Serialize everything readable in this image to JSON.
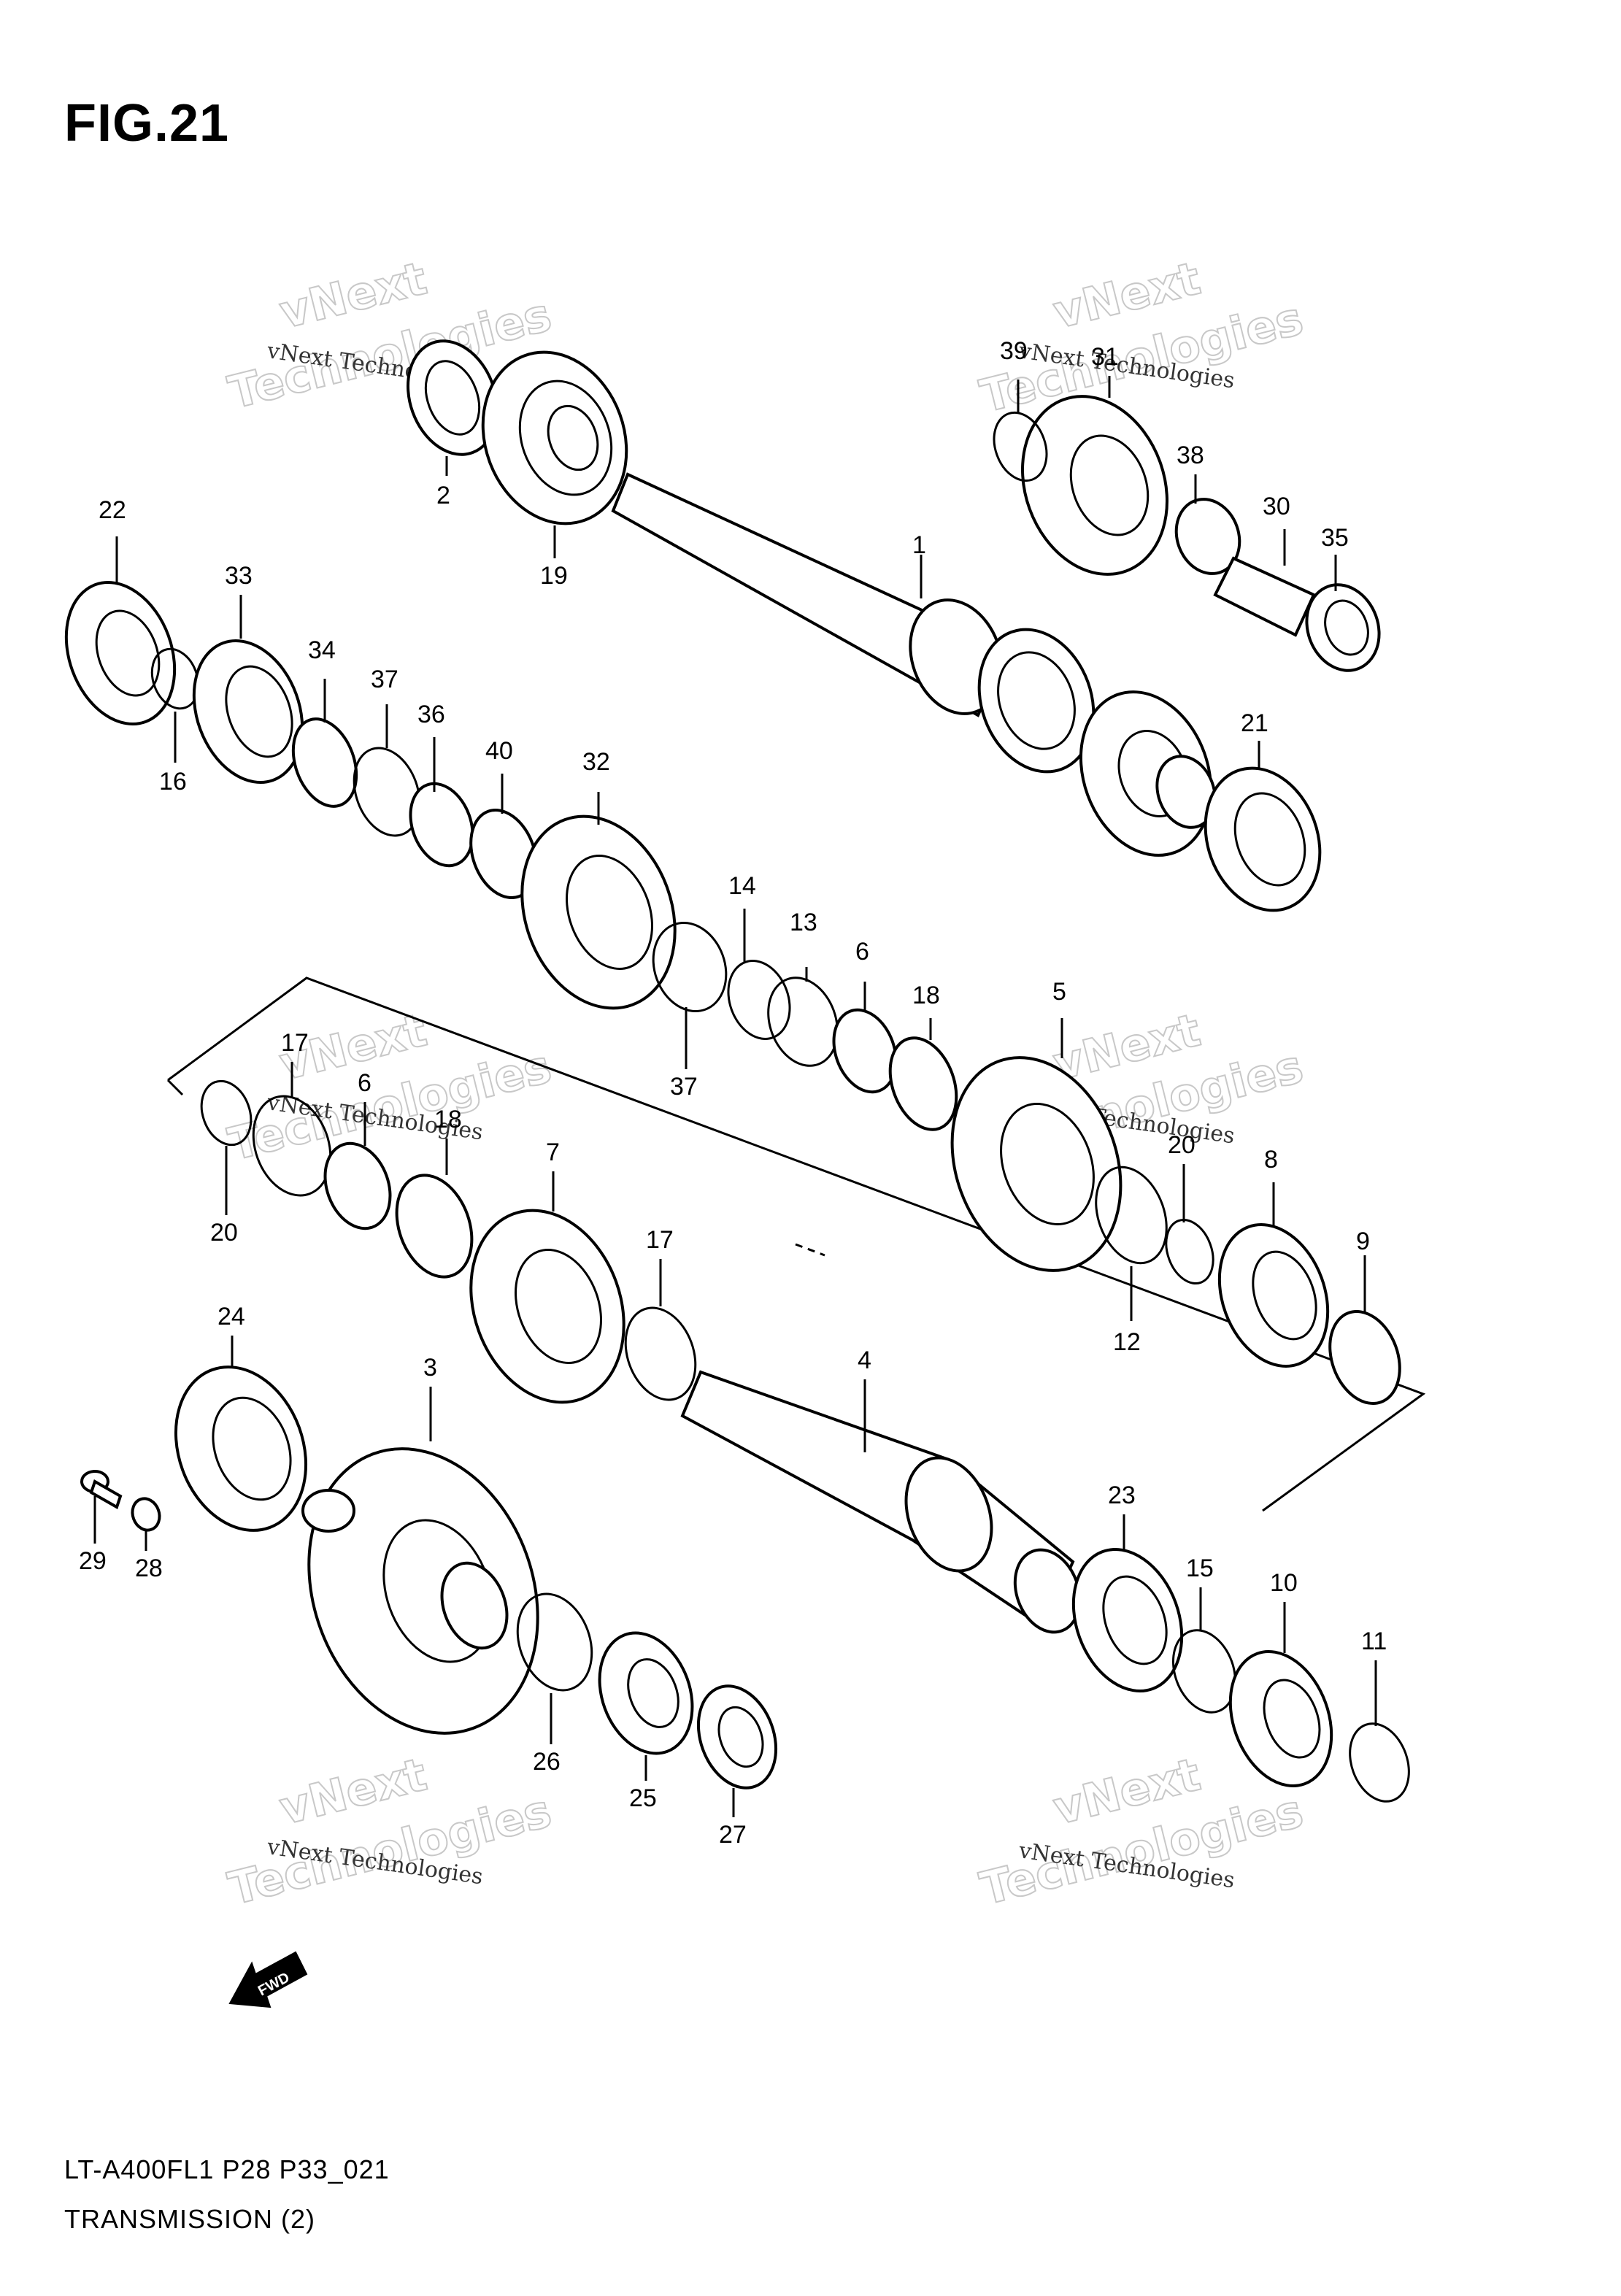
{
  "figure": {
    "title": "FIG.21",
    "model_code": "LT-A400FL1 P28 P33_021",
    "section_title": "TRANSMISSION (2)"
  },
  "watermark": {
    "line_small": "vNext Technologies",
    "line_big_1": "vNext",
    "line_big_2": "Technologies"
  },
  "fwd_label": "FWD",
  "callouts": {
    "c1": "1",
    "c2": "2",
    "c3": "3",
    "c4": "4",
    "c5": "5",
    "c6a": "6",
    "c6b": "6",
    "c7": "7",
    "c8": "8",
    "c9": "9",
    "c10": "10",
    "c11": "11",
    "c12": "12",
    "c13": "13",
    "c14": "14",
    "c15": "15",
    "c16": "16",
    "c17a": "17",
    "c17b": "17",
    "c18a": "18",
    "c18b": "18",
    "c19": "19",
    "c20a": "20",
    "c20b": "20",
    "c21": "21",
    "c22": "22",
    "c23": "23",
    "c24": "24",
    "c25": "25",
    "c26": "26",
    "c27": "27",
    "c28": "28",
    "c29": "29",
    "c30": "30",
    "c31": "31",
    "c32": "32",
    "c33": "33",
    "c34": "34",
    "c35": "35",
    "c36": "36",
    "c37a": "37",
    "c37b": "37",
    "c38": "38",
    "c39": "39",
    "c40": "40"
  }
}
